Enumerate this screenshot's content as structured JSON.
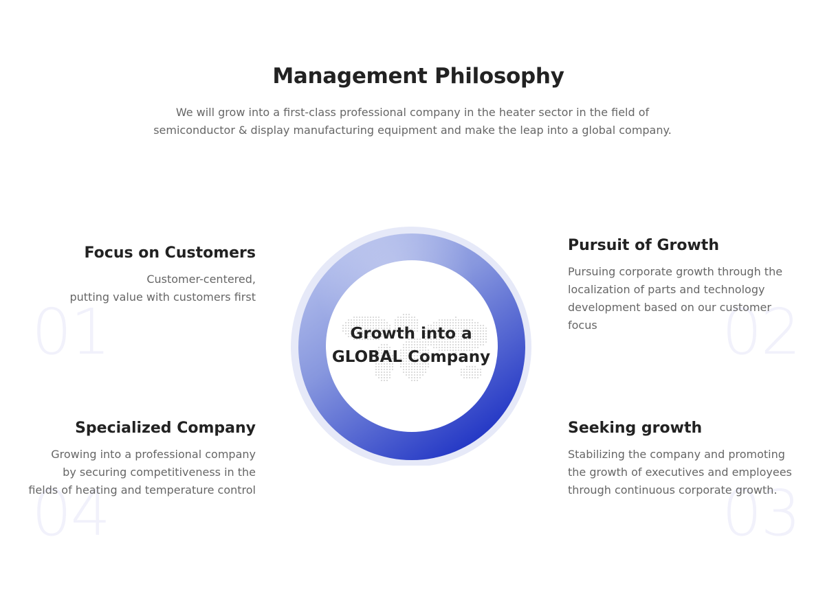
{
  "header": {
    "title": "Management Philosophy",
    "intro_line1": "We will grow into a first-class professional company in the heater sector in the field of",
    "intro_line2": "semiconductor & display manufacturing equipment and make the leap into a global company."
  },
  "center": {
    "line1": "Growth into a",
    "line2": "GLOBAL Company",
    "map_icon": "world-map-icon",
    "ring_gradient": [
      "#adb9ea",
      "#1f33c4"
    ],
    "outer_ring_color": "#e6e9f8"
  },
  "items": [
    {
      "number": "01",
      "title": "Focus on Customers",
      "lines": [
        "Customer-centered,",
        "putting value with customers first"
      ]
    },
    {
      "number": "02",
      "title": "Pursuit of Growth",
      "lines": [
        "Pursuing corporate growth through the",
        "localization of parts and technology",
        "development based on our customer focus"
      ]
    },
    {
      "number": "03",
      "title": "Seeking growth",
      "lines": [
        "Stabilizing the company and promoting",
        "the growth of executives and employees",
        "through continuous corporate growth."
      ]
    },
    {
      "number": "04",
      "title": "Specialized Company",
      "lines": [
        "Growing into a professional company",
        "by securing competitiveness in the",
        "fields of heating and temperature control"
      ]
    }
  ]
}
